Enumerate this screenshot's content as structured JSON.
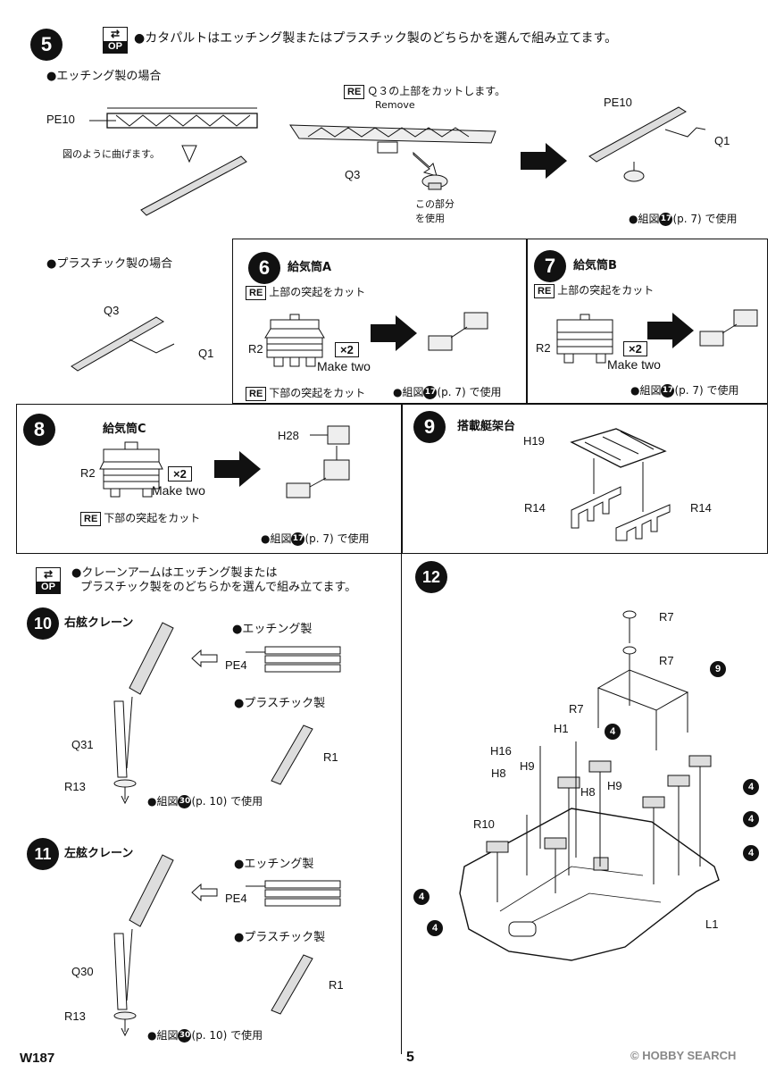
{
  "step5": {
    "num": "5",
    "op_label": "OP",
    "heading": "●カタパルトはエッチング製またはプラスチック製のどちらかを選んで組み立てます。",
    "etch_case": "●エッチング製の場合",
    "pe10_a": "PE10",
    "bend_note": "図のように曲げます。",
    "re_tag": "RE",
    "q3_cut": "Ｑ３の上部をカットします。",
    "remove": "Remove",
    "q3": "Q3",
    "use_part_1": "この部分",
    "use_part_2": "を使用",
    "pe10_b": "PE10",
    "q1_a": "Q1",
    "use_ref": "●組図",
    "use_ref_num": "17",
    "use_ref_page": "(p. 7) で使用",
    "plastic_case": "●プラスチック製の場合",
    "q3_b": "Q3",
    "q1_b": "Q1"
  },
  "step6": {
    "num": "6",
    "title": "給気筒A",
    "re_top": "上部の突起をカット",
    "r2": "R2",
    "x2": "×2",
    "make_two": "Make two",
    "re_bottom": "下部の突起をカット",
    "use_ref": "●組図",
    "use_ref_num": "17",
    "use_ref_page": "(p. 7) で使用"
  },
  "step7": {
    "num": "7",
    "title": "給気筒B",
    "re_top": "上部の突起をカット",
    "r2": "R2",
    "x2": "×2",
    "make_two": "Make two",
    "use_ref": "●組図",
    "use_ref_num": "17",
    "use_ref_page": "(p. 7) で使用"
  },
  "step8": {
    "num": "8",
    "title": "給気筒C",
    "r2": "R2",
    "x2": "×2",
    "make_two": "Make two",
    "re_bottom": "下部の突起をカット",
    "h28": "H28",
    "use_ref": "●組図",
    "use_ref_num": "17",
    "use_ref_page": "(p. 7) で使用"
  },
  "step9": {
    "num": "9",
    "title": "搭載艇架台",
    "h19": "H19",
    "r14_left": "R14",
    "r14_right": "R14"
  },
  "crane_note": {
    "op_label": "OP",
    "line1": "●クレーンアームはエッチング製または",
    "line2": "プラスチック製をのどちらかを選んで組み立てます。"
  },
  "step10": {
    "num": "10",
    "title": "右舷クレーン",
    "etch": "●エッチング製",
    "pe4": "PE4",
    "plastic": "●プラスチック製",
    "q31": "Q31",
    "r1": "R1",
    "r13": "R13",
    "use_ref": "●組図",
    "use_ref_num": "30",
    "use_ref_page": "(p. 10) で使用"
  },
  "step11": {
    "num": "11",
    "title": "左舷クレーン",
    "etch": "●エッチング製",
    "pe4": "PE4",
    "plastic": "●プラスチック製",
    "q30": "Q30",
    "r1": "R1",
    "r13": "R13",
    "use_ref": "●組図",
    "use_ref_num": "30",
    "use_ref_page": "(p. 10) で使用"
  },
  "step12": {
    "num": "12",
    "r7_a": "R7",
    "r7_b": "R7",
    "r7_c": "R7",
    "ref9": "9",
    "ref4": "4",
    "h16": "H16",
    "h1": "H1",
    "h8_a": "H8",
    "h9_a": "H9",
    "h8_b": "H8",
    "h9_b": "H9",
    "r10": "R10",
    "l1": "L1"
  },
  "footer": {
    "code": "W187",
    "page": "5",
    "watermark": "© HOBBY SEARCH"
  }
}
